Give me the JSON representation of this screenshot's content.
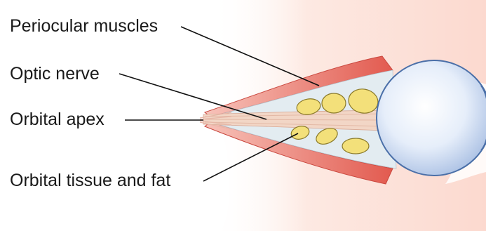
{
  "labels": {
    "periocular_muscles": "Periocular muscles",
    "optic_nerve": "Optic nerve",
    "orbital_apex": "Orbital apex",
    "orbital_tissue_fat": "Orbital tissue and fat"
  },
  "colors": {
    "skin": "#fde3da",
    "muscle": "#e8675c",
    "muscle_light": "#f4a79c",
    "orbit_tissue": "#dfe9ef",
    "nerve": "#f1d4c4",
    "fat": "#f3e07a",
    "fat_outline": "#8a7a2a",
    "eyeball": "#dde8f8",
    "eyeball_edge": "#4a6fa8",
    "leader_line": "#111111",
    "text": "#1a1a1a"
  }
}
